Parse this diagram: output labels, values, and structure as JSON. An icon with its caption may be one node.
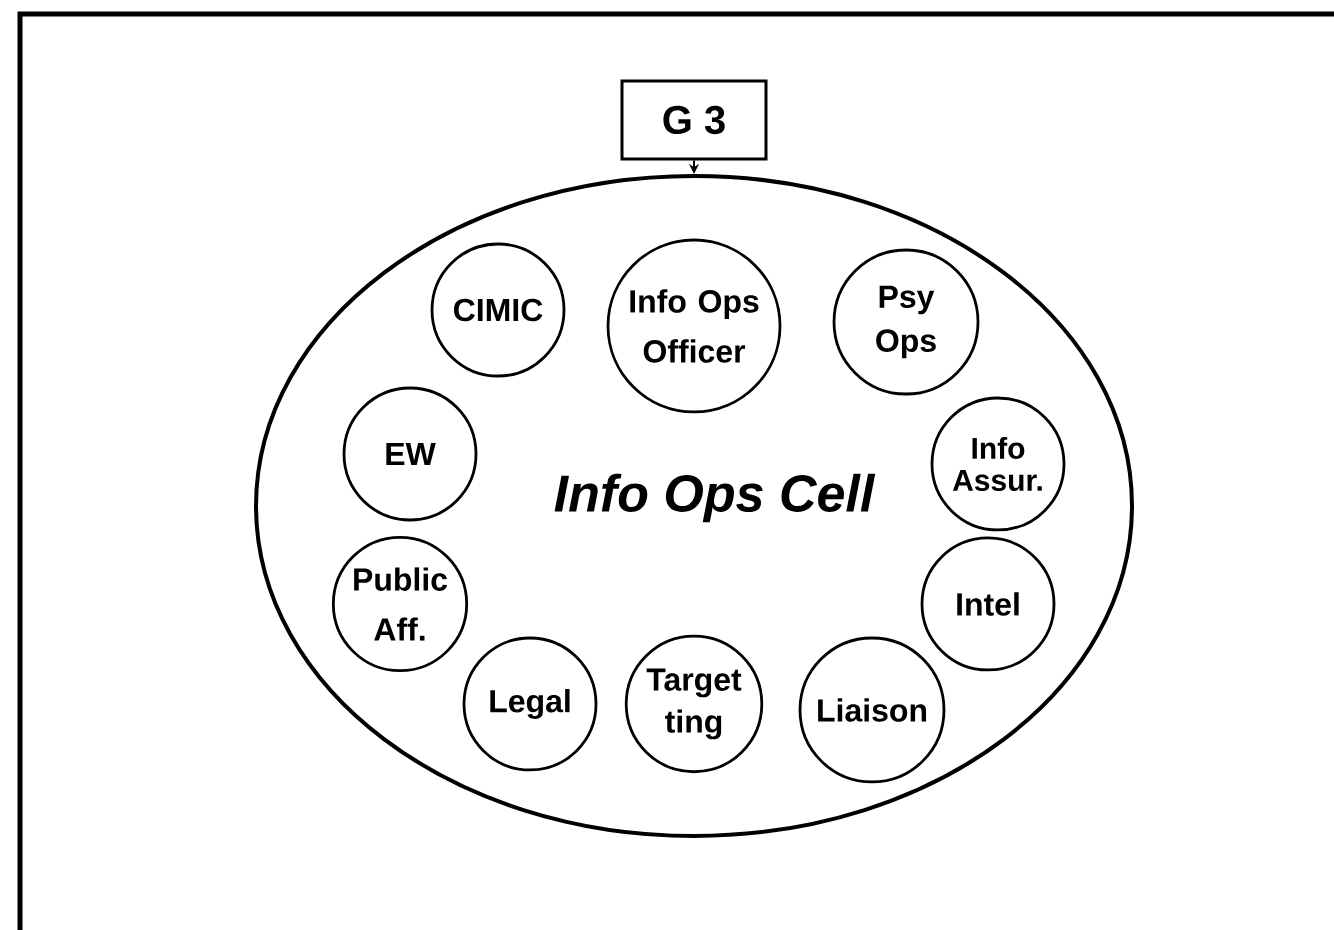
{
  "diagram": {
    "nodes": [
      {
        "text": [
          "G 3"
        ]
      },
      {
        "text": [
          "Info Ops Cell"
        ]
      },
      {
        "text": [
          "CIMIC"
        ],
        "in": 1
      },
      {
        "text": [
          "Info Ops Officer"
        ],
        "in": 1
      },
      {
        "text": [
          "Psy Ops"
        ],
        "in": 1
      },
      {
        "text": [
          "EW"
        ],
        "in": 1
      },
      {
        "text": [
          "Info Assur."
        ],
        "in": 1
      },
      {
        "text": [
          "Public Aff."
        ],
        "in": 1
      },
      {
        "text": [
          "Intel"
        ],
        "in": 1
      },
      {
        "text": [
          "Legal"
        ],
        "in": 1
      },
      {
        "text": [
          "Target ting"
        ],
        "in": 1
      },
      {
        "text": [
          "Liaison"
        ],
        "in": 1
      }
    ],
    "edges": [
      {
        "from": 0,
        "to": 1,
        "arrow": "to"
      }
    ]
  }
}
